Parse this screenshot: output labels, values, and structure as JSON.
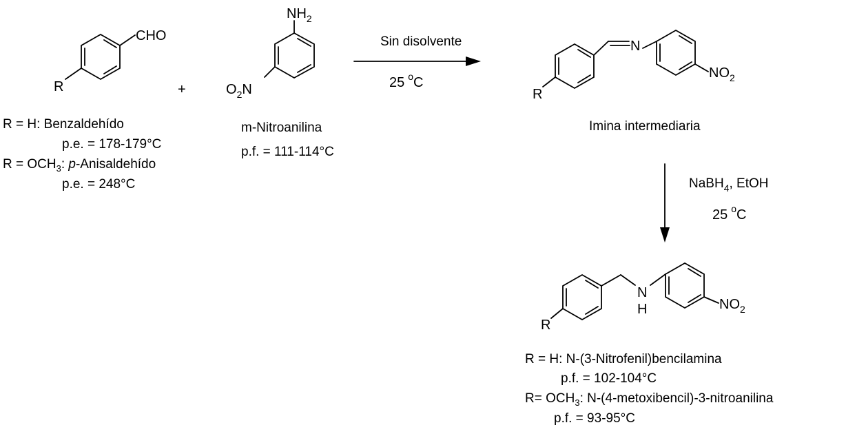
{
  "scheme": {
    "plus": "+",
    "reactant1": {
      "group_cho": "CHO",
      "group_r": "R",
      "notes": [
        "R = H: Benzaldehído",
        "p.e. = 178-179°C",
        "p.e. = 248°C"
      ],
      "note_r_och3_prefix": "R = OCH",
      "note_r_och3_sub": "3",
      "note_r_och3_mid": ": ",
      "note_r_och3_italic": "p",
      "note_r_och3_suffix": "-Anisaldehído"
    },
    "reactant2": {
      "nh2_main": "NH",
      "nh2_sub": "2",
      "o2n_o": "O",
      "o2n_sub": "2",
      "o2n_n": "N",
      "name": "m-Nitroanilina",
      "mp": "p.f. = 111-114°C"
    },
    "step1": {
      "condition_top": "Sin disolvente",
      "temp": "25",
      "degree": "o",
      "unit": "C"
    },
    "intermediate": {
      "n": "N",
      "no2_main": "NO",
      "no2_sub": "2",
      "group_r": "R",
      "name": "Imina intermediaria"
    },
    "step2": {
      "reagent_main": "NaBH",
      "reagent_sub": "4",
      "reagent_rest": ", EtOH",
      "temp": "25",
      "degree": "o",
      "unit": "C"
    },
    "product": {
      "n": "N",
      "h": "H",
      "no2_main": "NO",
      "no2_sub": "2",
      "group_r": "R",
      "note1": "R = H: N-(3-Nitrofenil)bencilamina",
      "note1_mp": "p.f. = 102-104°C",
      "note2_prefix": "R= OCH",
      "note2_sub": "3",
      "note2_suffix": ": N-(4-metoxibencil)-3-nitroanilina",
      "note2_mp": "p.f. = 93-95°C"
    }
  }
}
